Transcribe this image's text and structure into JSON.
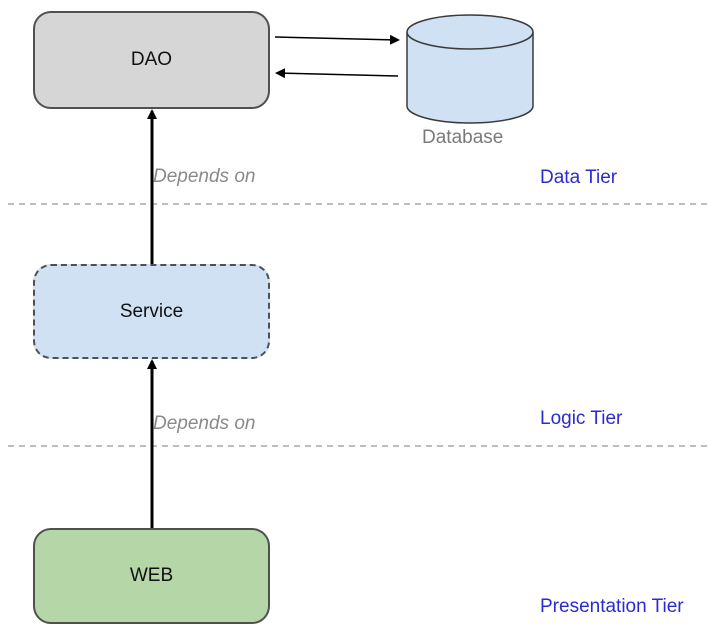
{
  "nodes": {
    "dao": "DAO",
    "service": "Service",
    "web": "WEB",
    "database": "Database"
  },
  "edges": {
    "data_depends": "Depends on",
    "logic_depends": "Depends on"
  },
  "tiers": {
    "data": "Data Tier",
    "logic": "Logic Tier",
    "presentation": "Presentation Tier"
  },
  "colors": {
    "dao_fill": "#d6d6d6",
    "service_fill": "#cfe1f3",
    "web_fill": "#b5d6a7",
    "database_fill": "#cfe1f3",
    "tier_label": "#2b2bd0"
  }
}
